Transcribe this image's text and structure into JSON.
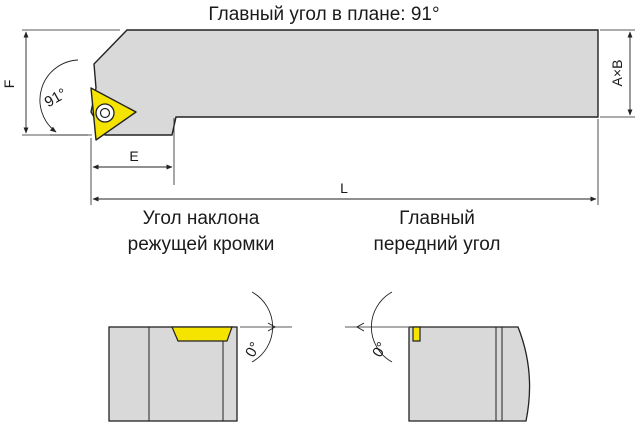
{
  "title": "Главный угол в плане: 91°",
  "top_view": {
    "angle_label": "91°",
    "dim_F": "F",
    "dim_AxB": "A×B",
    "dim_E": "E",
    "dim_L": "L"
  },
  "captions": {
    "left_line1": "Угол наклона",
    "left_line2": "режущей кромки",
    "right_line1": "Главный",
    "right_line2": "передний угол"
  },
  "left_detail": {
    "angle_label": "0°"
  },
  "right_detail": {
    "angle_label": "0°"
  },
  "colors": {
    "holder": "#d9d9d9",
    "insert": "#f5e400",
    "line": "#222222"
  }
}
